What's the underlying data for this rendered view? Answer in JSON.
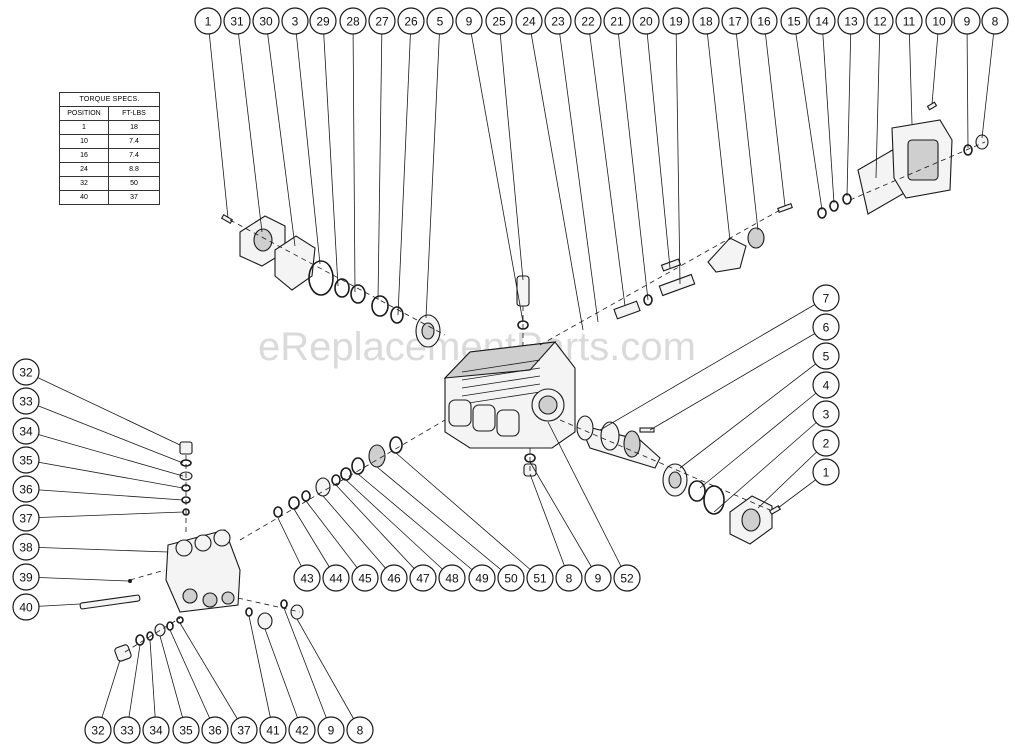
{
  "torque_table": {
    "title": "TORQUE SPECS.",
    "headers": [
      "POSITION",
      "FT-LBS"
    ],
    "rows": [
      [
        "1",
        "18"
      ],
      [
        "10",
        "7.4"
      ],
      [
        "16",
        "7.4"
      ],
      [
        "24",
        "8.8"
      ],
      [
        "32",
        "50"
      ],
      [
        "40",
        "37"
      ]
    ]
  },
  "watermark": "eReplacementParts.com",
  "callouts": {
    "top_row": [
      "1",
      "31",
      "30",
      "3",
      "29",
      "28",
      "27",
      "26",
      "5",
      "9",
      "25",
      "24",
      "23",
      "22",
      "21",
      "20",
      "19",
      "18",
      "17",
      "16",
      "15",
      "14",
      "13",
      "12",
      "11",
      "10",
      "9",
      "8"
    ],
    "right_column": [
      "7",
      "6",
      "5",
      "4",
      "3",
      "2",
      "1"
    ],
    "left_column": [
      "32",
      "33",
      "34",
      "35",
      "36",
      "37",
      "38",
      "39",
      "40"
    ],
    "middle_row": [
      "43",
      "44",
      "45",
      "46",
      "47",
      "48",
      "49",
      "50",
      "51",
      "8",
      "9",
      "52"
    ],
    "bottom_row": [
      "32",
      "33",
      "34",
      "35",
      "36",
      "37",
      "41",
      "42",
      "9",
      "8"
    ]
  }
}
